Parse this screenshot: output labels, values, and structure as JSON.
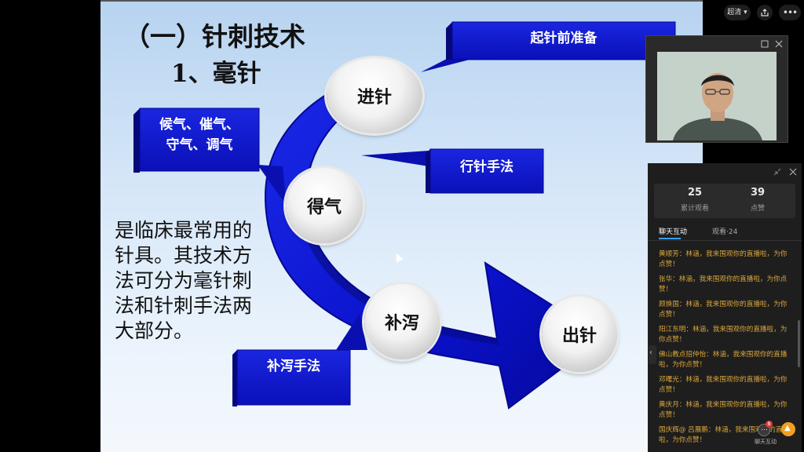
{
  "top_controls": {
    "quality_label": "超清",
    "share_icon": "share-icon",
    "more_icon": "more-icon"
  },
  "slide": {
    "title_line1": "（一）针刺技术",
    "title_line2": "1、毫针",
    "description_lines": [
      "是临床最常用的",
      "针具。其技术方",
      "法可分为毫针刺",
      "法和针刺手法两",
      "大部分。"
    ],
    "nodes": {
      "jin_zhen": "进针",
      "de_qi": "得气",
      "bu_xie": "补泻",
      "chu_zhen": "出针"
    },
    "banners": {
      "qi_zhen_qian": "起针前准备",
      "hou_qi_line1": "候气、催气、",
      "hou_qi_line2": "守气、调气",
      "xing_zhen": "行针手法",
      "bu_xie_shou_fa": "补泻手法"
    },
    "colors": {
      "arrow_blue": "#0a14d2",
      "banner_blue": "#0b14c8"
    }
  },
  "camera": {
    "maximize_icon": "maximize-icon",
    "close_icon": "close-icon"
  },
  "chat": {
    "stats": [
      {
        "value": "25",
        "label": "累计观看"
      },
      {
        "value": "39",
        "label": "点赞"
      }
    ],
    "tabs": [
      {
        "label": "聊天互动",
        "active": true
      },
      {
        "label": "观看·24",
        "active": false
      }
    ],
    "messages": [
      {
        "line1": "黄顺芳：林涵，我来围观你的直播啦，为你",
        "line2": "点赞！"
      },
      {
        "line1": "张华：林涵，我来围观你的直播啦，为你点",
        "line2": "赞！"
      },
      {
        "line1": "顾焕国：林涵，我来围观你的直播啦，为你",
        "line2": "点赞！"
      },
      {
        "line1": "阳江东明：林涵，我来围观你的直播啦，为",
        "line2": "你点赞！"
      },
      {
        "line1": "佛山教点招仲怡：林涵，我来围观你的直播",
        "line2": "啦，为你点赞！"
      },
      {
        "line1": "邓曙光：林涵，我来围观你的直播啦，为你",
        "line2": "点赞！"
      },
      {
        "line1": "黄庆月：林涵，我来围观你的直播啦，为你",
        "line2": "点赞！"
      },
      {
        "line1": "国庆辉@ 吕展鹏：林涵，我来围观你的直播",
        "line2": "啦，为你点赞！"
      }
    ],
    "footer_label": "聊天互动",
    "badge_count": "8"
  }
}
